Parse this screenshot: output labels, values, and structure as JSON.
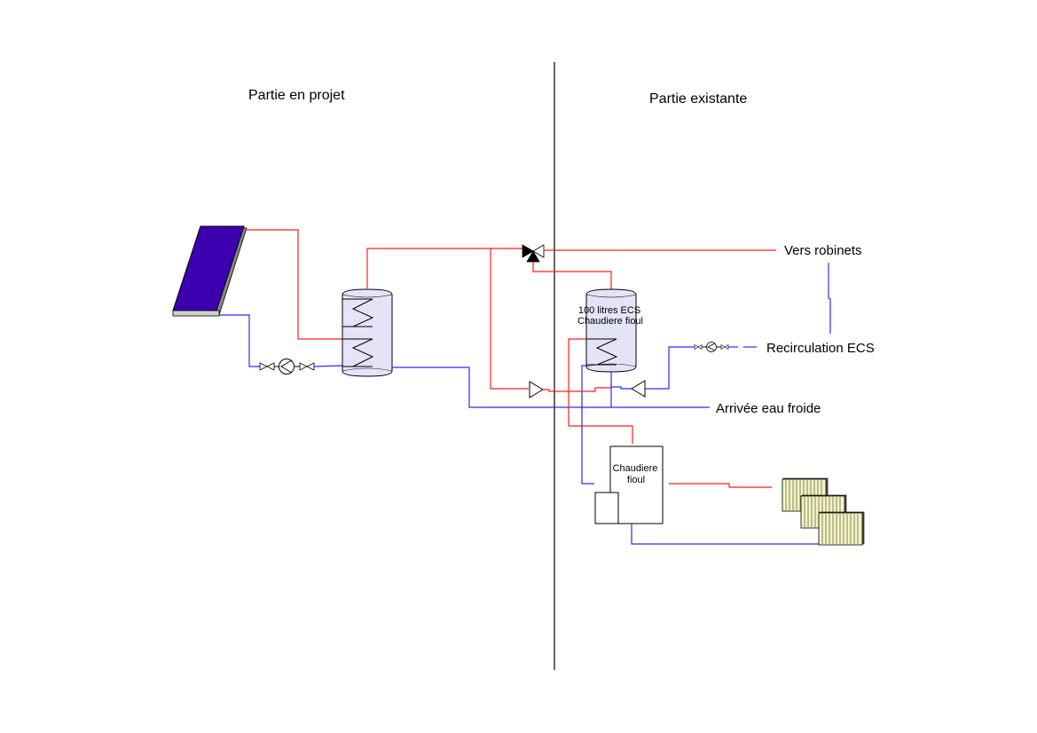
{
  "sections": {
    "left_title": "Partie en projet",
    "right_title": "Partie existante"
  },
  "components": {
    "solar_collector": {
      "name": "solar-collector",
      "color": "#3d00b0"
    },
    "solar_tank": {
      "name": "solar-storage-tank",
      "fill": "#e4e4f8"
    },
    "ecs_tank": {
      "label_line1": "100 litres ECS",
      "label_line2": "Chaudiere fioul",
      "fill": "#e4e4f8"
    },
    "boiler": {
      "label_line1": "Chaudiere",
      "label_line2": "fioul"
    },
    "radiators": {
      "count": 3,
      "fill": "#f5f5c0"
    }
  },
  "connections": {
    "hot_outlet": "Vers robinets",
    "recirculation": "Recirculation ECS",
    "cold_inlet": "Arrivée eau froide"
  },
  "colors": {
    "hot_pipe": "#ff1f1f",
    "cold_pipe": "#2a2aff",
    "divider": "#000000"
  }
}
